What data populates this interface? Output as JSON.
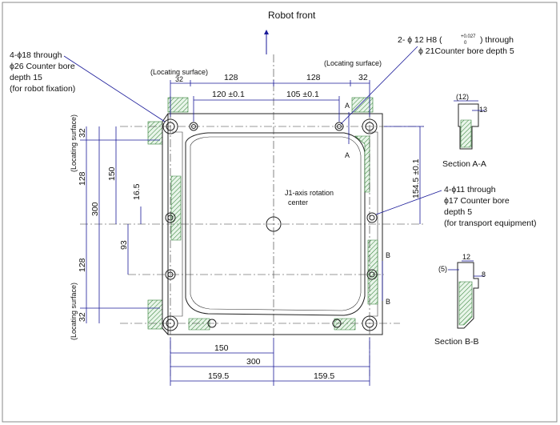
{
  "labels": {
    "robot_front": "Robot front",
    "locating_surface_left_top": "(Locating surface)",
    "locating_surface_right_top": "(Locating surface)",
    "locating_surface_side_top": "(Locating surface)",
    "locating_surface_side_bottom": "(Locating surface)",
    "j1_axis_line1": "J1-axis rotation",
    "j1_axis_line2": "center",
    "section_aa": "Section A-A",
    "section_bb": "Section B-B",
    "marker_a": "A",
    "marker_b": "B"
  },
  "notes": {
    "fixation_holes": [
      "4-ϕ18 through",
      "ϕ26 Counter bore",
      "depth 15",
      "(for robot fixation)"
    ],
    "pin_holes": [
      "2- ϕ 12 H8 (",
      ") through",
      "ϕ 21Counter bore depth 5"
    ],
    "pin_tolerance_upper": "+0.027",
    "pin_tolerance_lower": "0",
    "transport_holes": [
      "4-ϕ11 through",
      "ϕ17 Counter bore",
      "depth 5",
      "(for transport equipment)"
    ]
  },
  "dimensions": {
    "top_32_left": "32",
    "top_128_left": "128",
    "top_128_right": "128",
    "top_32_right": "32",
    "top_120": "120 ±0.1",
    "top_105": "105 ±0.1",
    "left_32_top": "32",
    "left_128_top": "128",
    "left_150": "150",
    "left_300": "300",
    "left_16_5": "16.5",
    "left_93": "93",
    "left_128_bottom": "128",
    "left_32_bottom": "32",
    "right_154_5": "154.5 ±0.1",
    "bottom_150": "150",
    "bottom_300": "300",
    "bottom_159_5_left": "159.5",
    "bottom_159_5_right": "159.5",
    "sec_a_12": "(12)",
    "sec_a_13": "13",
    "sec_b_12": "12",
    "sec_b_5": "(5)",
    "sec_b_8": "8"
  }
}
